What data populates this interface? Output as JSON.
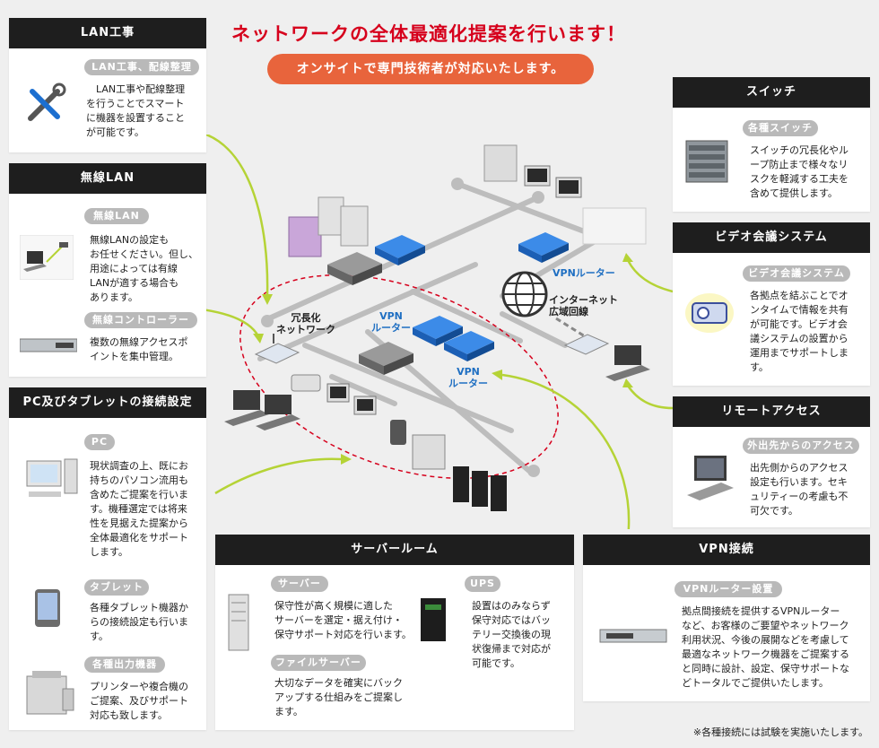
{
  "headline": "ネットワークの全体最適化提案を行います！",
  "subbanner": "オンサイトで専門技術者が対応いたします。",
  "footnote": "※各種接続には試験を実施いたします。",
  "colors": {
    "headline": "#d6001c",
    "banner": "#e8643c",
    "panel_head": "#1e1e1e",
    "pill": "#b9b9b9",
    "arrow": "#b5d336",
    "router": "#1c6fd0",
    "redundant_ring": "#d6001c"
  },
  "lan": {
    "title": "LAN工事",
    "pill": "LAN工事、配線整理",
    "text": "　LAN工事や配線整理\nを行うことでスマート\nに機器を設置すること\nが可能です。",
    "icon": "wrench-screwdriver-icon"
  },
  "wireless": {
    "title": "無線LAN",
    "pill1": "無線LAN",
    "text1": "無線LANの設定も\nお任せください。但し、\n用途によっては有線\nLANが適する場合も\nあります。",
    "pill2": "無線コントローラー",
    "text2": "複数の無線アクセスポ\nイントを集中管理。"
  },
  "pc": {
    "title": "PC及びタブレットの接続設定",
    "pill1": "PC",
    "text1": "現状調査の上、既にお\n持ちのパソコン流用も\n含めたご提案を行いま\nす。機種選定では将来\n性を見据えた提案から\n全体最適化をサポート\nします。",
    "pill2": "タブレット",
    "text2": "各種タブレット機器か\nらの接続設定も行いま\nす。",
    "pill3": "各種出力機器",
    "text3": "プリンターや複合機の\nご提案、及びサポート\n対応も致します。"
  },
  "server_room": {
    "title": "サーバールーム",
    "pill1": "サーバー",
    "text1": "保守性が高く規模に適した\nサーバーを選定・据え付け・\n保守サポート対応を行います。",
    "pill2": "ファイルサーバー",
    "text2": "大切なデータを確実にバック\nアップする仕組みをご提案し\nます。",
    "pill3": "UPS",
    "text3": "設置はのみならず\n保守対応ではバッ\nテリー交換後の現\n状復帰まで対応が\n可能です。"
  },
  "vpn": {
    "title": "VPN接続",
    "pill": "VPNルーター設置",
    "text": "拠点間接続を提供するVPNルーター\nなど、お客様のご要望やネットワーク\n利用状況、今後の展開などを考慮して\n最適なネットワーク機器をご提案する\nと同時に設計、設定、保守サポートな\nどトータルでご提供いたします。"
  },
  "switch": {
    "title": "スイッチ",
    "pill": "各種スイッチ",
    "text": "スイッチの冗長化やル\nープ防止まで様々なリ\nスクを軽減する工夫を\n含めて提供します。"
  },
  "video": {
    "title": "ビデオ会議システム",
    "pill": "ビデオ会議システム",
    "text": "各拠点を結ぶことでオ\nンタイムで情報を共有\nが可能です。ビデオ会\n議システムの設置から\n運用までサポートしま\nす。"
  },
  "remote": {
    "title": "リモートアクセス",
    "pill": "外出先からのアクセス",
    "text": "出先側からのアクセス\n設定も行います。セキ\nュリティーの考慮も不\n可欠です。"
  },
  "diagram": {
    "redundant": "冗長化\nネットワーク",
    "vpn_router_1": "VPN\nルーター",
    "vpn_router_2": "VPN\nルーター",
    "vpn_router_3": "VPNルーター",
    "internet": "インターネット\n広域回線"
  }
}
